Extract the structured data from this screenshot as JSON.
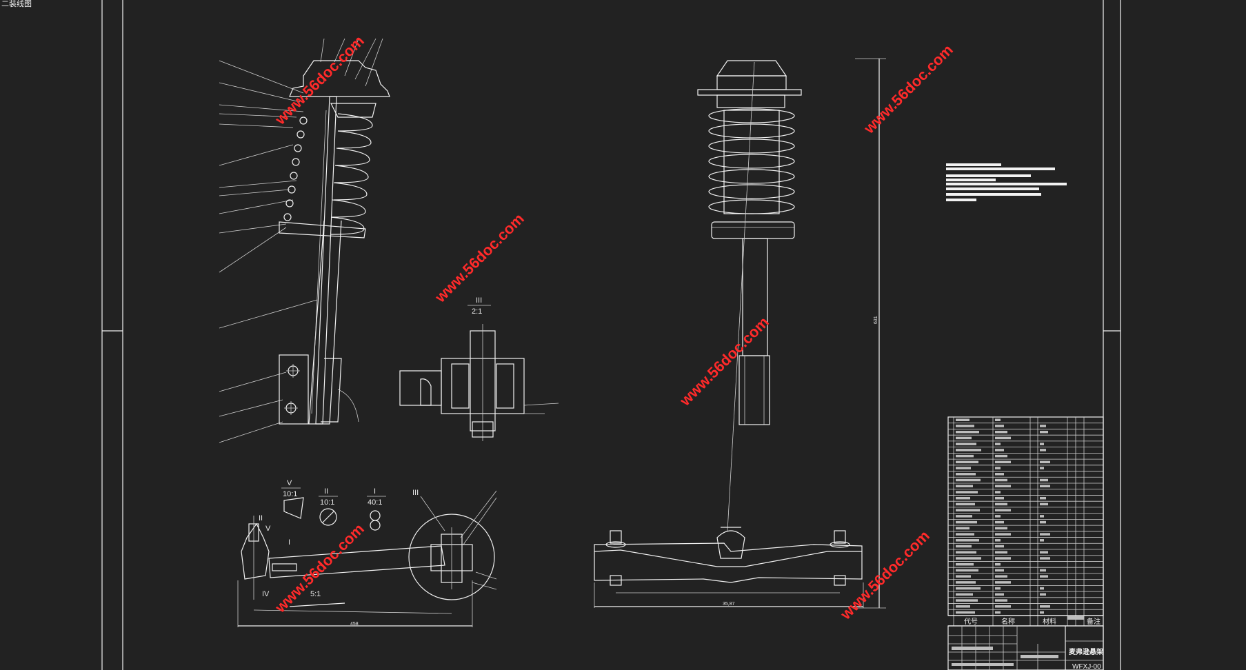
{
  "window": {
    "title": "二装线图"
  },
  "watermarks": [
    "www.56doc.com",
    "www.56doc.com",
    "www.56doc.com",
    "www.56doc.com",
    "www.56doc.com",
    "www.56doc.com"
  ],
  "drawing": {
    "detail_views": [
      {
        "roman": "III",
        "scale": "2:1"
      },
      {
        "roman": "V",
        "scale": "10:1"
      },
      {
        "roman": "II",
        "scale": "10:1"
      },
      {
        "roman": "I",
        "scale": "40:1"
      },
      {
        "roman": "IV",
        "scale": "5:1"
      }
    ],
    "section_labels": {
      "ii": "II",
      "v": "V",
      "i": "I",
      "iii": "III",
      "iv": "IV"
    },
    "dimensions": {
      "arm_width": "458",
      "base_width": "35,87",
      "height": "631"
    }
  },
  "title_block": {
    "headers": {
      "code": "代号",
      "name": "名称",
      "material": "材料",
      "note": "备注"
    },
    "assembly_name": "麦弗逊悬架",
    "drawing_number": "WFXJ-00"
  },
  "colors": {
    "background": "#222222",
    "line": "#f2f2f2",
    "watermark": "#ff2a2a"
  }
}
